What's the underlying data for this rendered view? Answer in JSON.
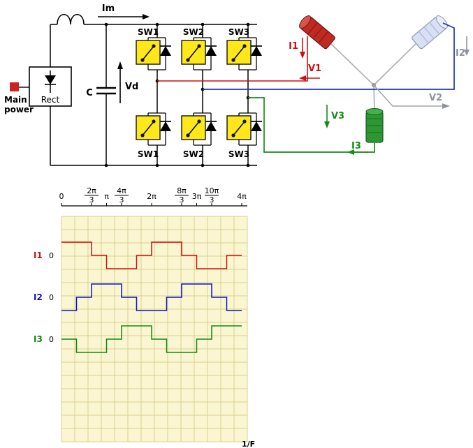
{
  "circuit": {
    "im": "Im",
    "main_power": {
      "line1": "Main",
      "line2": "power"
    },
    "rect": "Rect",
    "cap": "C",
    "vd": "Vd",
    "sw_top": [
      "SW1",
      "SW2",
      "SW3"
    ],
    "sw_bottom": [
      "SW1",
      "SW2",
      "SW3"
    ],
    "labels": {
      "i1": "I1",
      "v1": "V1",
      "i2": "I2",
      "v2": "V2",
      "i3": "I3",
      "v3": "V3"
    },
    "colors": {
      "phase1": "#cc1111",
      "phase2_wire": "#2233bb",
      "phase2_label": "#8d939c",
      "phase3": "#168a16",
      "switch_fill": "#ffe81a"
    }
  },
  "chart_data": {
    "type": "line",
    "subtype": "six-step-square",
    "x_unit": "pi_radians",
    "xlim_pi": [
      0,
      4
    ],
    "xlabel": "1/F",
    "grid": true,
    "bg": "#faf6d2",
    "grid_color": "#d9d08e",
    "ticks": [
      {
        "x": 0,
        "label": "0"
      },
      {
        "x": 0.6667,
        "label": "2π/3"
      },
      {
        "x": 1,
        "label": "π"
      },
      {
        "x": 1.3333,
        "label": "4π/3"
      },
      {
        "x": 2,
        "label": "2π"
      },
      {
        "x": 2.6667,
        "label": "8π/3"
      },
      {
        "x": 3,
        "label": "3π"
      },
      {
        "x": 3.3333,
        "label": "10π/3"
      },
      {
        "x": 4,
        "label": "4π"
      }
    ],
    "series": [
      {
        "name": "I1",
        "color": "#cc1111",
        "zero_label": "0",
        "points": [
          [
            0,
            1
          ],
          [
            0.6667,
            1
          ],
          [
            0.6667,
            0
          ],
          [
            1,
            0
          ],
          [
            1,
            -1
          ],
          [
            1.6667,
            -1
          ],
          [
            1.6667,
            0
          ],
          [
            2,
            0
          ],
          [
            2,
            1
          ],
          [
            2.6667,
            1
          ],
          [
            2.6667,
            0
          ],
          [
            3,
            0
          ],
          [
            3,
            -1
          ],
          [
            3.6667,
            -1
          ],
          [
            3.6667,
            0
          ],
          [
            4,
            0
          ]
        ]
      },
      {
        "name": "I2",
        "color": "#1111cc",
        "zero_label": "0",
        "points": [
          [
            0,
            -1
          ],
          [
            0.3333,
            -1
          ],
          [
            0.3333,
            0
          ],
          [
            0.6667,
            0
          ],
          [
            0.6667,
            1
          ],
          [
            1.3333,
            1
          ],
          [
            1.3333,
            0
          ],
          [
            1.6667,
            0
          ],
          [
            1.6667,
            -1
          ],
          [
            2.3333,
            -1
          ],
          [
            2.3333,
            0
          ],
          [
            2.6667,
            0
          ],
          [
            2.6667,
            1
          ],
          [
            3.3333,
            1
          ],
          [
            3.3333,
            0
          ],
          [
            3.6667,
            0
          ],
          [
            3.6667,
            -1
          ],
          [
            4,
            -1
          ]
        ]
      },
      {
        "name": "I3",
        "color": "#118811",
        "zero_label": "0",
        "points": [
          [
            0,
            0
          ],
          [
            0.3333,
            0
          ],
          [
            0.3333,
            -1
          ],
          [
            1,
            -1
          ],
          [
            1,
            0
          ],
          [
            1.3333,
            0
          ],
          [
            1.3333,
            1
          ],
          [
            2,
            1
          ],
          [
            2,
            0
          ],
          [
            2.3333,
            0
          ],
          [
            2.3333,
            -1
          ],
          [
            3,
            -1
          ],
          [
            3,
            0
          ],
          [
            3.3333,
            0
          ],
          [
            3.3333,
            1
          ],
          [
            4,
            1
          ]
        ]
      }
    ]
  }
}
